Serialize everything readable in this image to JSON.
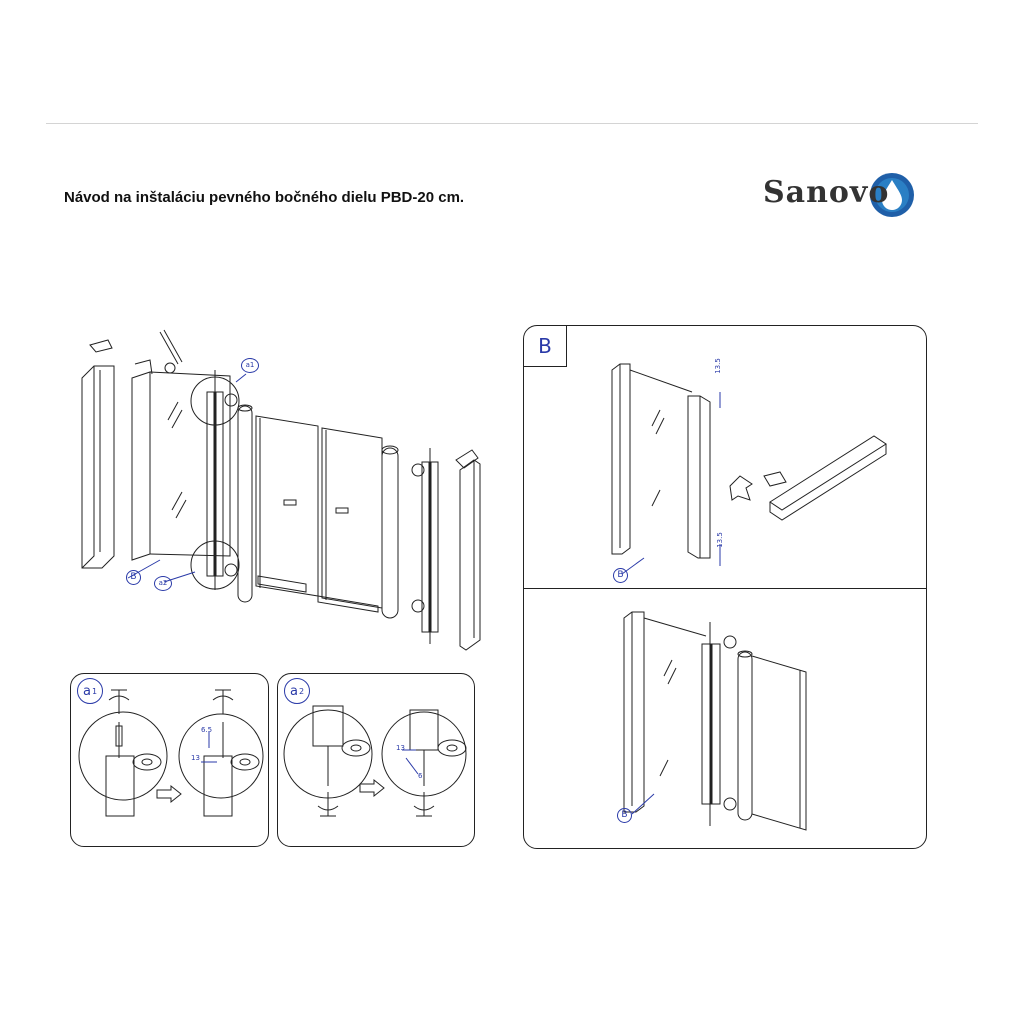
{
  "document": {
    "title": "Návod na inštaláciu pevného bočného dielu PBD-20 cm."
  },
  "logo": {
    "text": "Sanovo",
    "drop_color": "#2a7fc4"
  },
  "callouts": {
    "a1": "a1",
    "a2": "a2",
    "b": "B"
  },
  "panels": {
    "a1": {
      "badge": "a",
      "sub": "1",
      "dims": [
        "6.5",
        "13"
      ]
    },
    "a2": {
      "badge": "a",
      "sub": "2",
      "dims": [
        "13",
        "6"
      ]
    },
    "b": {
      "tag": "B",
      "dims": [
        "13.5",
        "13.5"
      ]
    }
  },
  "colors": {
    "accent": "#2a3aa8",
    "line": "#222222"
  }
}
